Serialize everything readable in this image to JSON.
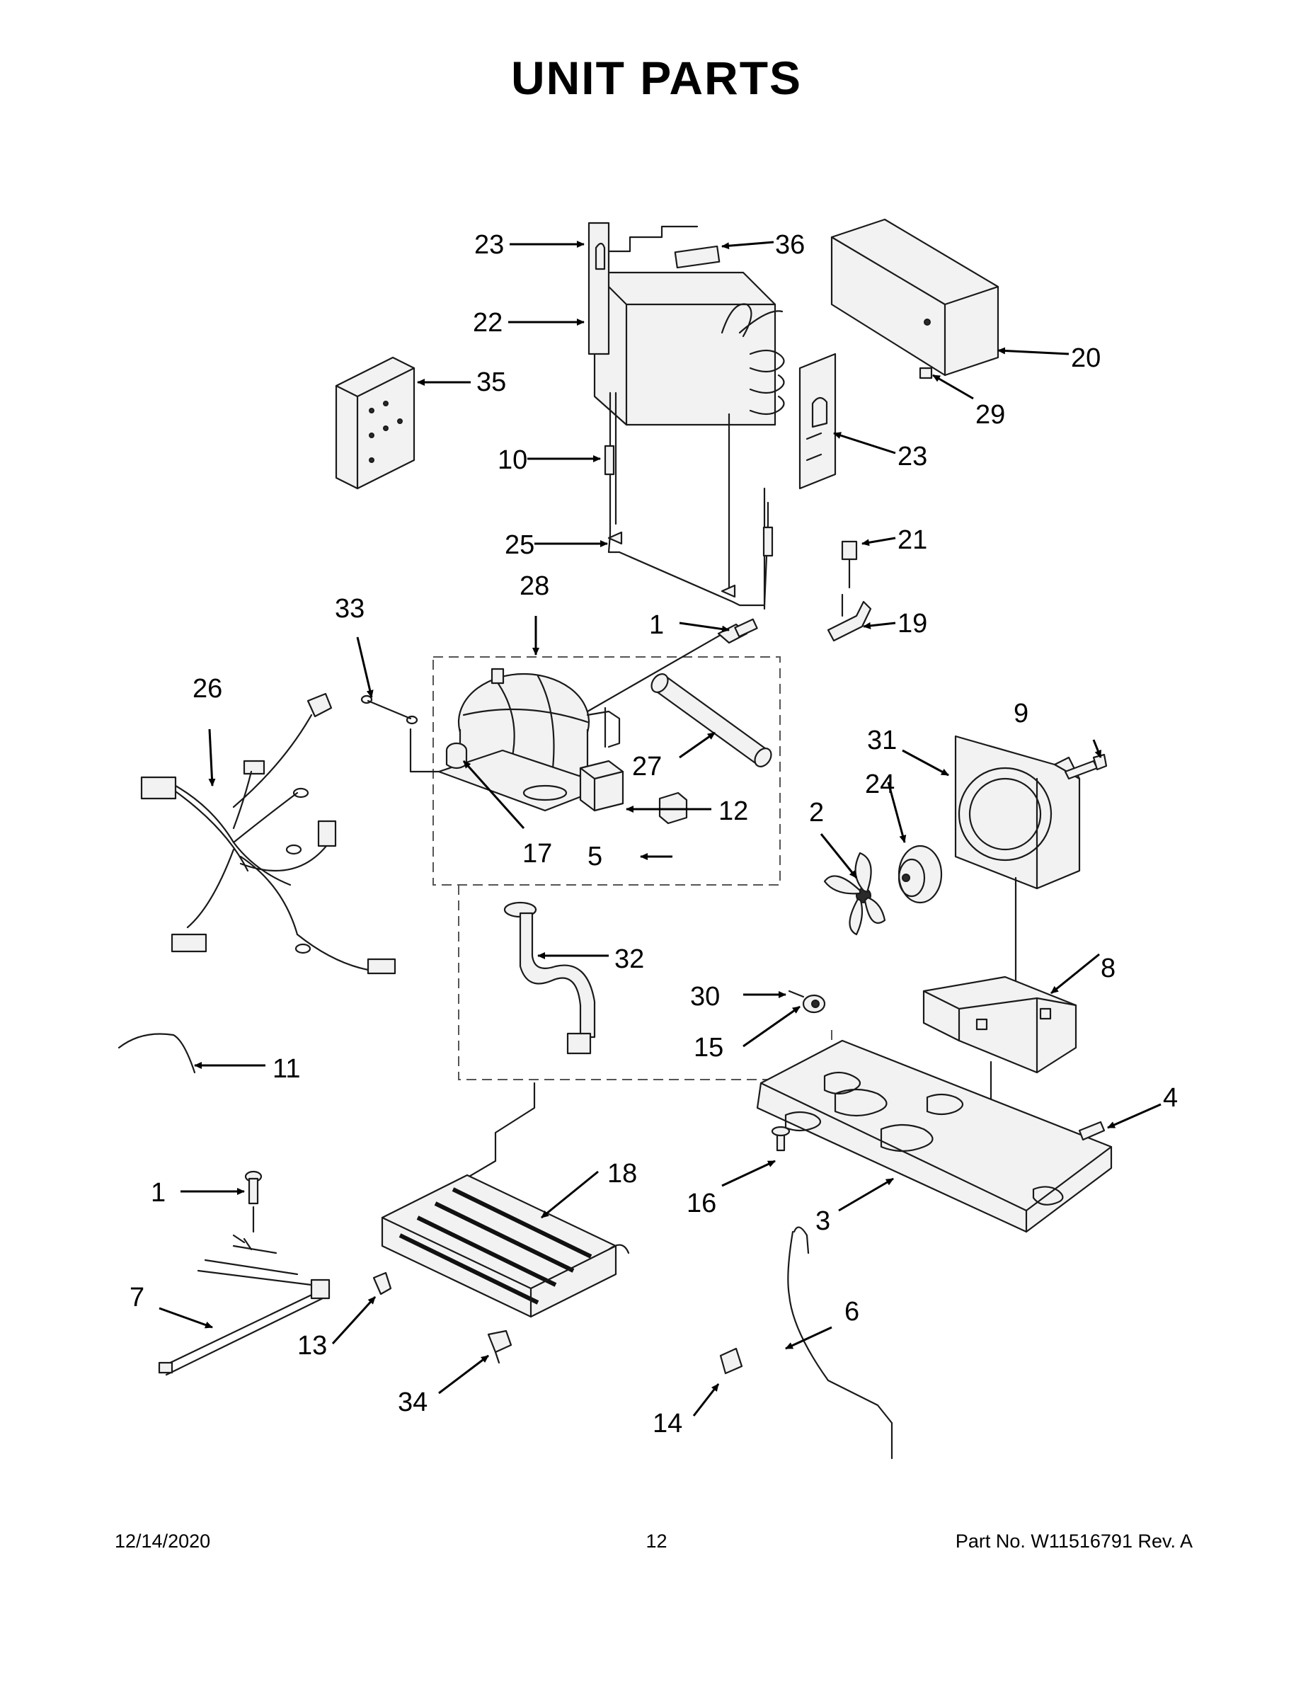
{
  "title": "UNIT PARTS",
  "footer": {
    "date": "12/14/2020",
    "page": "12",
    "part_no": "Part No.  W11516791  Rev.  A"
  },
  "callouts": {
    "c1a": "1",
    "c1b": "1",
    "c2": "2",
    "c3": "3",
    "c4": "4",
    "c5": "5",
    "c6": "6",
    "c7": "7",
    "c8": "8",
    "c9": "9",
    "c10": "10",
    "c11": "11",
    "c12": "12",
    "c13": "13",
    "c14": "14",
    "c15": "15",
    "c16": "16",
    "c17": "17",
    "c18": "18",
    "c19": "19",
    "c20": "20",
    "c21": "21",
    "c22": "22",
    "c23a": "23",
    "c23b": "23",
    "c24": "24",
    "c25": "25",
    "c26": "26",
    "c27": "27",
    "c28": "28",
    "c29": "29",
    "c30": "30",
    "c31": "31",
    "c32": "32",
    "c33": "33",
    "c34": "34",
    "c35": "35",
    "c36": "36"
  }
}
